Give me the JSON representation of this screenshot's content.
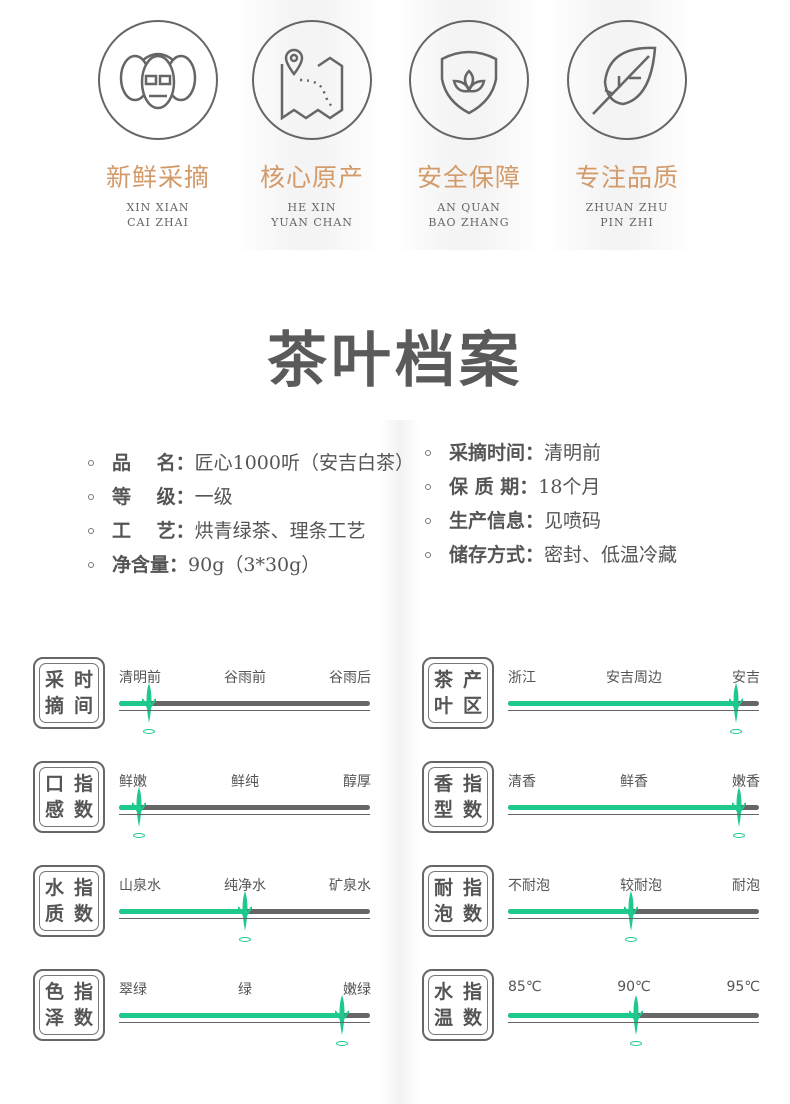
{
  "features": [
    {
      "title": "新鲜采摘",
      "sub1": "XIN XIAN",
      "sub2": "CAI ZHAI",
      "icon": "people-icon"
    },
    {
      "title": "核心原产",
      "sub1": "HE  XIN",
      "sub2": "YUAN CHAN",
      "icon": "map-pin-icon"
    },
    {
      "title": "安全保障",
      "sub1": "AN  QUAN",
      "sub2": "BAO  ZHANG",
      "icon": "shield-leaf-icon"
    },
    {
      "title": "专注品质",
      "sub1": "ZHUAN ZHU",
      "sub2": "PIN ZHI",
      "icon": "leaf-icon"
    }
  ],
  "title": "茶叶档案",
  "info_left": [
    {
      "k": "品　 名：",
      "v": "匠心1000听（安吉白茶）"
    },
    {
      "k": "等　 级：",
      "v": "一级"
    },
    {
      "k": "工　 艺：",
      "v": "烘青绿茶、理条工艺"
    },
    {
      "k": "净含量：",
      "v": "90g（3*30g）"
    }
  ],
  "info_right": [
    {
      "k": "采摘时间：",
      "v": "清明前"
    },
    {
      "k": "保 质 期：",
      "v": "18个月"
    },
    {
      "k": "生产信息：",
      "v": "见喷码"
    },
    {
      "k": "储存方式：",
      "v": "密封、低温冷藏"
    }
  ],
  "colors": {
    "accent": "#1ec98c",
    "feature_title": "#d39a6a"
  },
  "sliders": [
    {
      "l1": "采摘",
      "l2": "时间",
      "opts": [
        "清明前",
        "谷雨前",
        "谷雨后"
      ],
      "value": 0.12
    },
    {
      "l1": "茶叶",
      "l2": "产区",
      "opts": [
        "浙江",
        "安吉周边",
        "安吉"
      ],
      "value": 0.91
    },
    {
      "l1": "口感",
      "l2": "指数",
      "opts": [
        "鲜嫩",
        "鲜纯",
        "醇厚"
      ],
      "value": 0.08
    },
    {
      "l1": "香型",
      "l2": "指数",
      "opts": [
        "清香",
        "鲜香",
        "嫩香"
      ],
      "value": 0.92
    },
    {
      "l1": "水质",
      "l2": "指数",
      "opts": [
        "山泉水",
        "纯净水",
        "矿泉水"
      ],
      "value": 0.5
    },
    {
      "l1": "耐泡",
      "l2": "指数",
      "opts": [
        "不耐泡",
        "较耐泡",
        "耐泡"
      ],
      "value": 0.49
    },
    {
      "l1": "色泽",
      "l2": "指数",
      "opts": [
        "翠绿",
        "绿",
        "嫩绿"
      ],
      "value": 0.89
    },
    {
      "l1": "水温",
      "l2": "指数",
      "opts": [
        "85℃",
        "90℃",
        "95℃"
      ],
      "value": 0.51
    }
  ]
}
